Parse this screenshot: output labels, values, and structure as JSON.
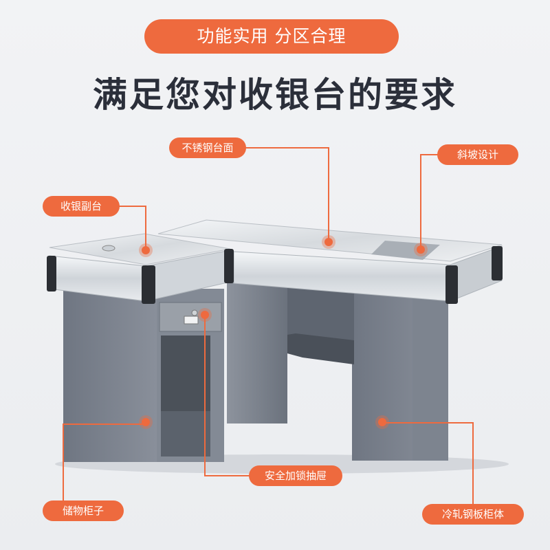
{
  "header": {
    "tagline": "功能实用 分区合理",
    "title": "满足您对收银台的要求"
  },
  "callouts": {
    "stainless_top": "不锈钢台面",
    "slope_design": "斜坡设计",
    "side_counter": "收银副台",
    "storage_cabinet": "储物柜子",
    "lock_drawer": "安全加锁抽屉",
    "cold_rolled_body": "冷轧钢板柜体"
  },
  "colors": {
    "accent": "#ee6a3e",
    "cabinet": "#79808c",
    "frame": "#dfe3e7",
    "title": "#2b2f3a"
  }
}
